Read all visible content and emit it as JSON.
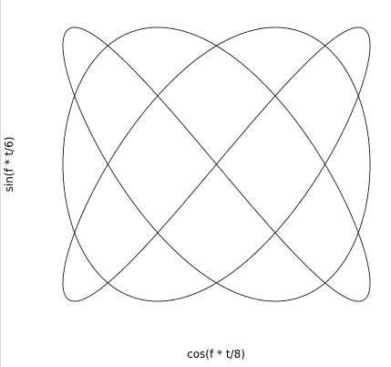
{
  "chart_data": {
    "type": "line",
    "title": "",
    "xlabel": "cos(f * t/8)",
    "ylabel": "sin(f * t/6)",
    "xlim": [
      -1,
      1
    ],
    "ylim": [
      -1,
      1
    ],
    "grid": false,
    "axes_visible": false,
    "line_color": "#000000",
    "series": [
      {
        "x_expression": "cos(f * t/8)",
        "y_expression": "sin(f * t/6)",
        "t_range": [
          0,
          48
        ],
        "f": 3.141592653589793
      }
    ]
  }
}
